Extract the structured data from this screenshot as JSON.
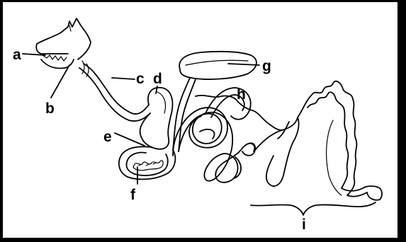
{
  "labels": {
    "a": "a",
    "b": "b",
    "c": "c",
    "d": "d",
    "e": "e",
    "f": "f",
    "g": "g",
    "h": "h",
    "i": "i"
  }
}
